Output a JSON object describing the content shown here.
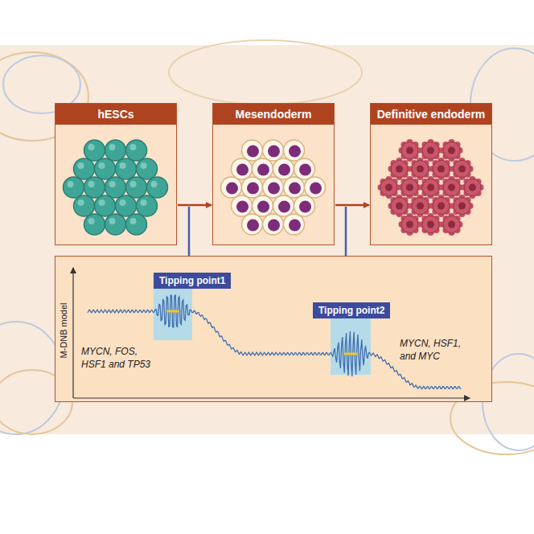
{
  "diagram": {
    "nodes": [
      {
        "text": [
          "hESCs"
        ]
      },
      {
        "text": [
          "Mesendoderm"
        ]
      },
      {
        "text": [
          "Definitive endoderm"
        ]
      },
      {
        "text": [
          "M-DNB model",
          "MYCN, FOS, HSF1 and TP53",
          "MYCN, HSF1, and MYC"
        ]
      },
      {
        "text": [
          "Tipping point1"
        ],
        "in": 3
      },
      {
        "text": [
          "Tipping point2"
        ],
        "in": 3
      }
    ],
    "edges": [
      {
        "from": 0,
        "to": 1,
        "arrow": "to"
      },
      {
        "from": 1,
        "to": 2,
        "arrow": "to"
      }
    ]
  }
}
